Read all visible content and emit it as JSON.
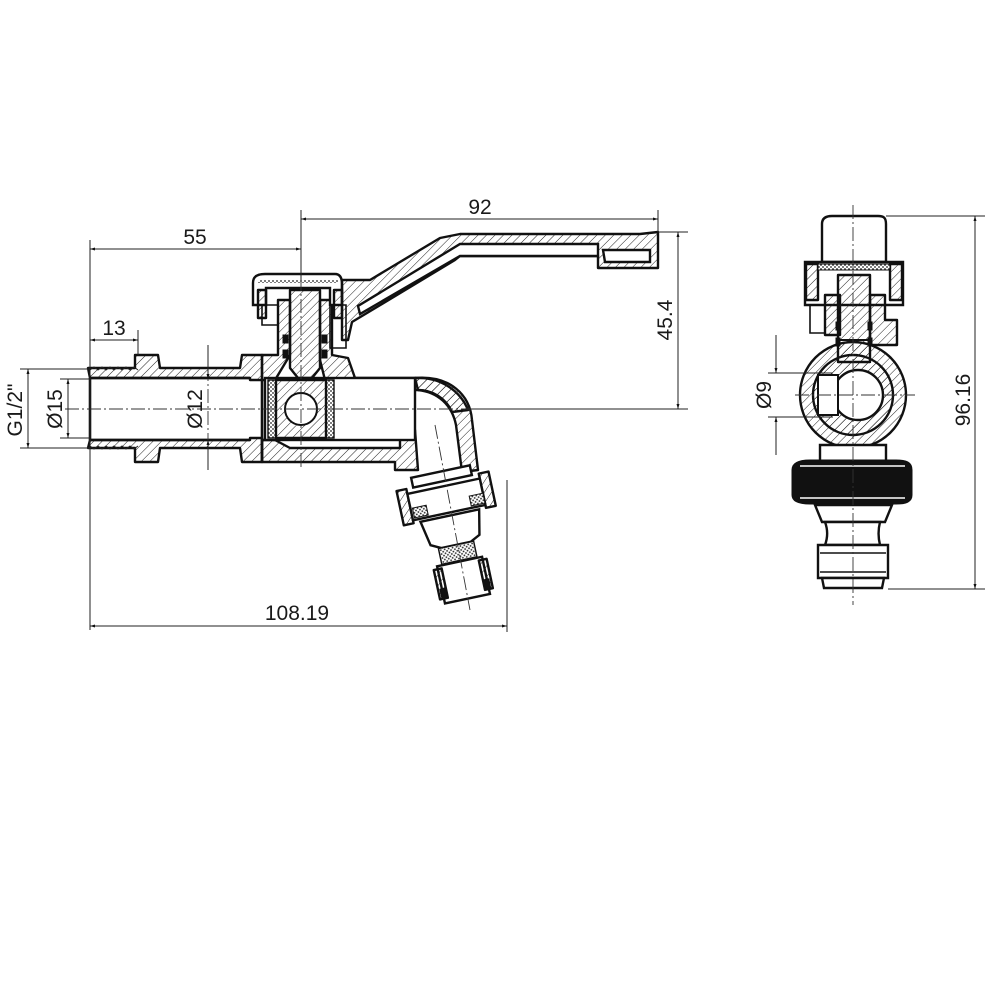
{
  "drawing": {
    "title": "Ball valve garden tap with hose connector - sectional drawing",
    "views": [
      "side-section",
      "front-section"
    ],
    "colors": {
      "line": "#111111",
      "background": "#ffffff"
    }
  },
  "dimensions": {
    "handle_length": "92",
    "inlet_to_axis": "55",
    "thread_length": "13",
    "total_length": "108.19",
    "height_handle": "45.4",
    "total_height": "96.16",
    "thread_size": "G1/2\"",
    "outer_diameter": "Ø15",
    "bore_diameter": "Ø12",
    "ball_bore": "Ø9"
  }
}
